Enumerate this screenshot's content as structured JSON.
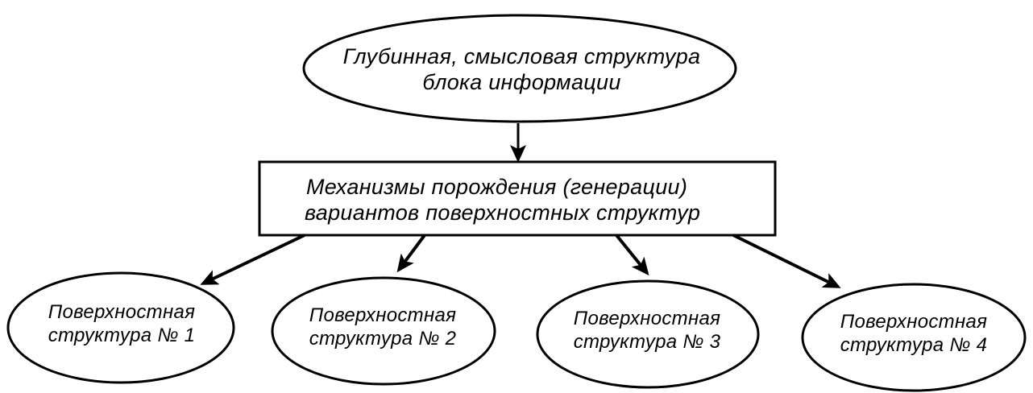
{
  "top_node": {
    "line1": "Глубинная, смысловая структура",
    "line2": "блока информации"
  },
  "middle_node": {
    "line1": "Механизмы порождения (генерации)",
    "line2": "вариантов поверхностных структур"
  },
  "leaves": [
    {
      "line1": "Поверхностная",
      "line2": "структура № 1"
    },
    {
      "line1": "Поверхностная",
      "line2": "структура № 2"
    },
    {
      "line1": "Поверхностная",
      "line2": "структура № 3"
    },
    {
      "line1": "Поверхностная",
      "line2": "структура № 4"
    }
  ],
  "colors": {
    "stroke": "#000000",
    "background": "#ffffff"
  }
}
